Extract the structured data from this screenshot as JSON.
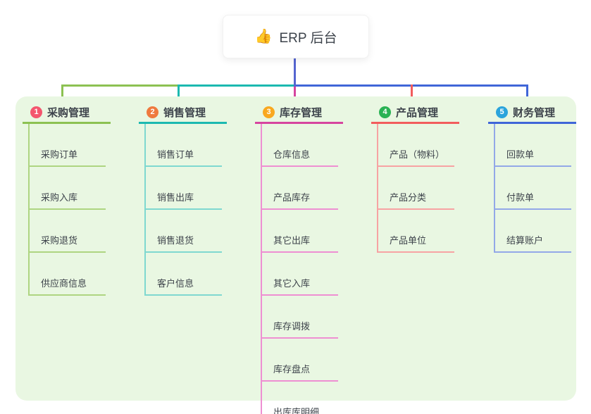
{
  "root": {
    "icon": "👍",
    "label": "ERP 后台"
  },
  "colors": {
    "page_bg": "#ffffff",
    "panel_bg": "#e9f7e2",
    "stem": "#5565d0",
    "text": "#3d434b"
  },
  "branches": [
    {
      "num": "1",
      "label": "采购管理",
      "badge_color": "#f4566e",
      "line_color": "#8cc152",
      "child_line_color": "#aed581",
      "children": [
        "采购订单",
        "采购入库",
        "采购退货",
        "供应商信息"
      ]
    },
    {
      "num": "2",
      "label": "销售管理",
      "badge_color": "#ef7a3e",
      "line_color": "#1cb9b0",
      "child_line_color": "#7fd8d0",
      "children": [
        "销售订单",
        "销售出库",
        "销售退货",
        "客户信息"
      ]
    },
    {
      "num": "3",
      "label": "库存管理",
      "badge_color": "#f9a81f",
      "line_color": "#d6459f",
      "child_line_color": "#ee8fd2",
      "children": [
        "仓库信息",
        "产品库存",
        "其它出库",
        "其它入库",
        "库存调拨",
        "库存盘点",
        "出库库明细"
      ]
    },
    {
      "num": "4",
      "label": "产品管理",
      "badge_color": "#2ab254",
      "line_color": "#f25d5d",
      "child_line_color": "#f7a3a3",
      "children": [
        "产品（物料）",
        "产品分类",
        "产品单位"
      ]
    },
    {
      "num": "5",
      "label": "财务管理",
      "badge_color": "#2ba4dc",
      "line_color": "#4066d8",
      "child_line_color": "#93a8e8",
      "children": [
        "回款单",
        "付款单",
        "结算账户"
      ]
    }
  ]
}
